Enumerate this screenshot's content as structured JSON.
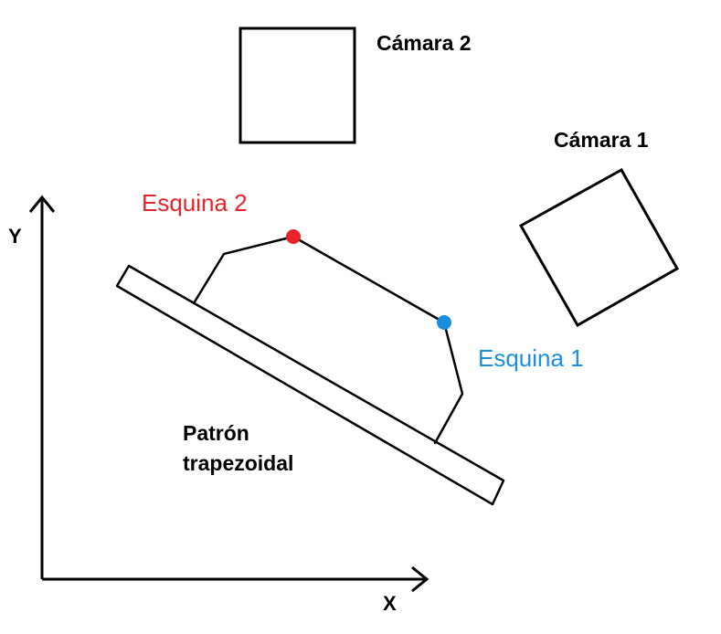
{
  "axes": {
    "x_label": "X",
    "y_label": "Y"
  },
  "cameras": [
    {
      "label": "Cámara 2"
    },
    {
      "label": "Cámara 1"
    }
  ],
  "corners": [
    {
      "label": "Esquina 2",
      "color": "#e8232a"
    },
    {
      "label": "Esquina 1",
      "color": "#1a8fdf"
    }
  ],
  "pattern": {
    "label_line1": "Patrón",
    "label_line2": "trapezoidal"
  }
}
